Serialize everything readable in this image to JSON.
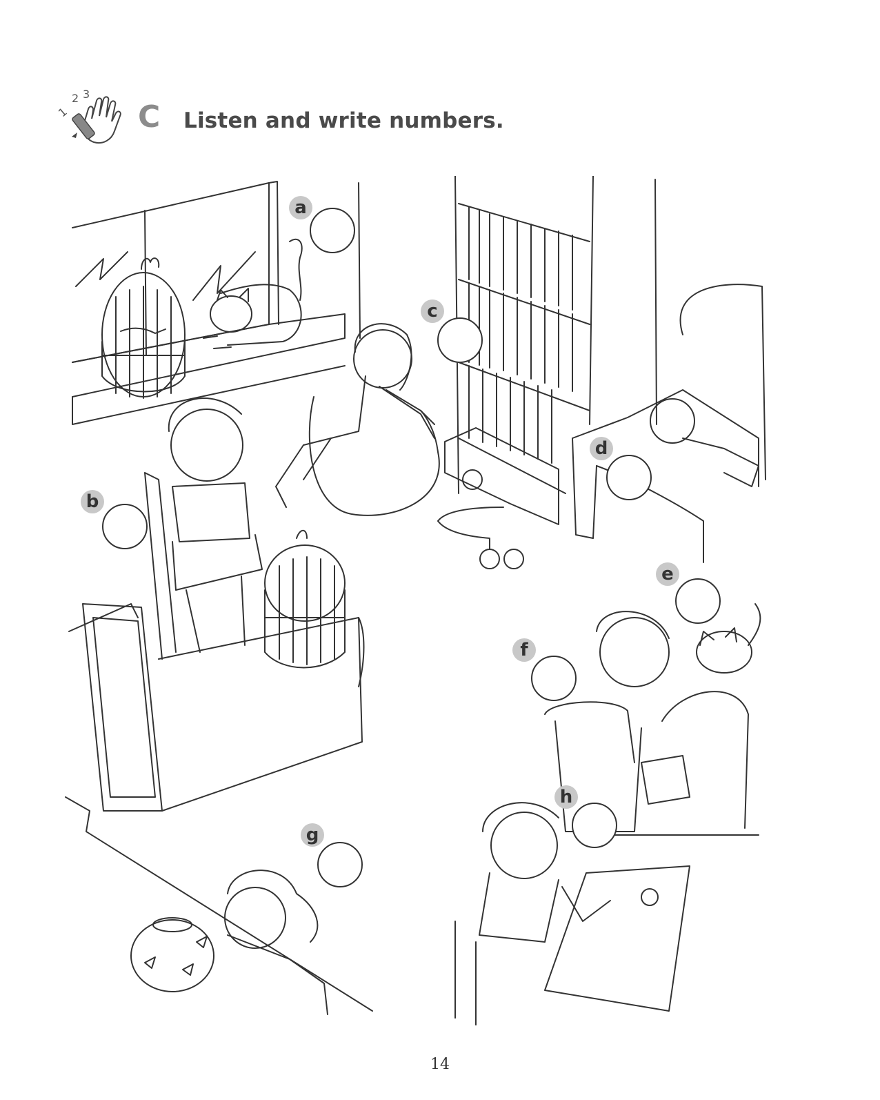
{
  "header": {
    "section_letter": "C",
    "instruction": "Listen and write numbers.",
    "icon": "counting-hand-pencil-icon",
    "icon_numbers": "1,2,3"
  },
  "items": [
    {
      "letter": "a",
      "answer": ""
    },
    {
      "letter": "b",
      "answer": ""
    },
    {
      "letter": "c",
      "answer": ""
    },
    {
      "letter": "d",
      "answer": ""
    },
    {
      "letter": "e",
      "answer": ""
    },
    {
      "letter": "f",
      "answer": ""
    },
    {
      "letter": "g",
      "answer": ""
    },
    {
      "letter": "h",
      "answer": ""
    }
  ],
  "page": {
    "number": "14"
  },
  "colors": {
    "badge": "#c8c8c8",
    "line": "#333333",
    "title": "#4a4a4a"
  }
}
